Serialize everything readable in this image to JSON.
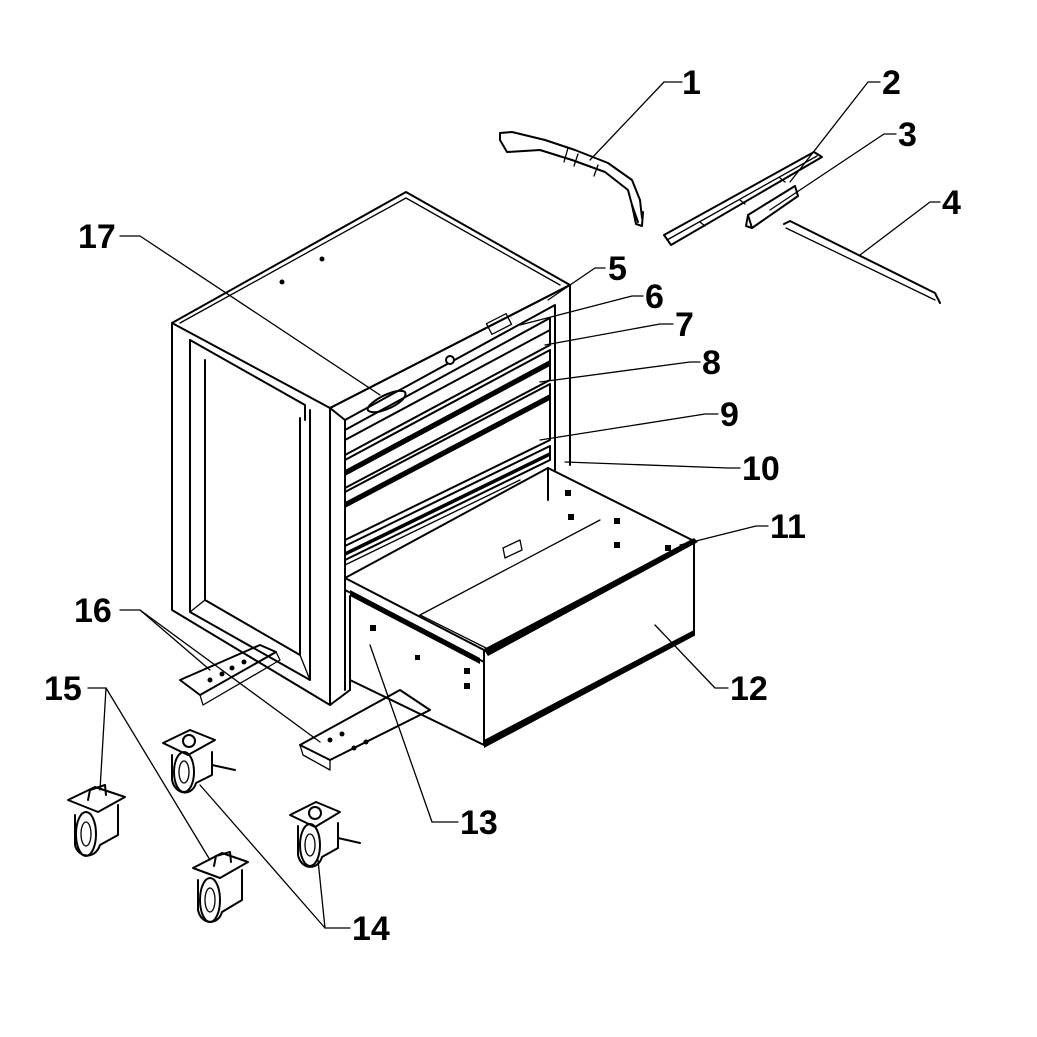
{
  "diagram": {
    "type": "exploded-parts-diagram",
    "subject": "rolling tool cabinet",
    "colors": {
      "line": "#000000",
      "background": "#ffffff"
    },
    "callouts": [
      {
        "id": "1",
        "label": "1"
      },
      {
        "id": "2",
        "label": "2"
      },
      {
        "id": "3",
        "label": "3"
      },
      {
        "id": "4",
        "label": "4"
      },
      {
        "id": "5",
        "label": "5"
      },
      {
        "id": "6",
        "label": "6"
      },
      {
        "id": "7",
        "label": "7"
      },
      {
        "id": "8",
        "label": "8"
      },
      {
        "id": "9",
        "label": "9"
      },
      {
        "id": "10",
        "label": "10"
      },
      {
        "id": "11",
        "label": "11"
      },
      {
        "id": "12",
        "label": "12"
      },
      {
        "id": "13",
        "label": "13"
      },
      {
        "id": "14",
        "label": "14"
      },
      {
        "id": "15",
        "label": "15"
      },
      {
        "id": "16",
        "label": "16"
      },
      {
        "id": "17",
        "label": "17"
      }
    ]
  }
}
